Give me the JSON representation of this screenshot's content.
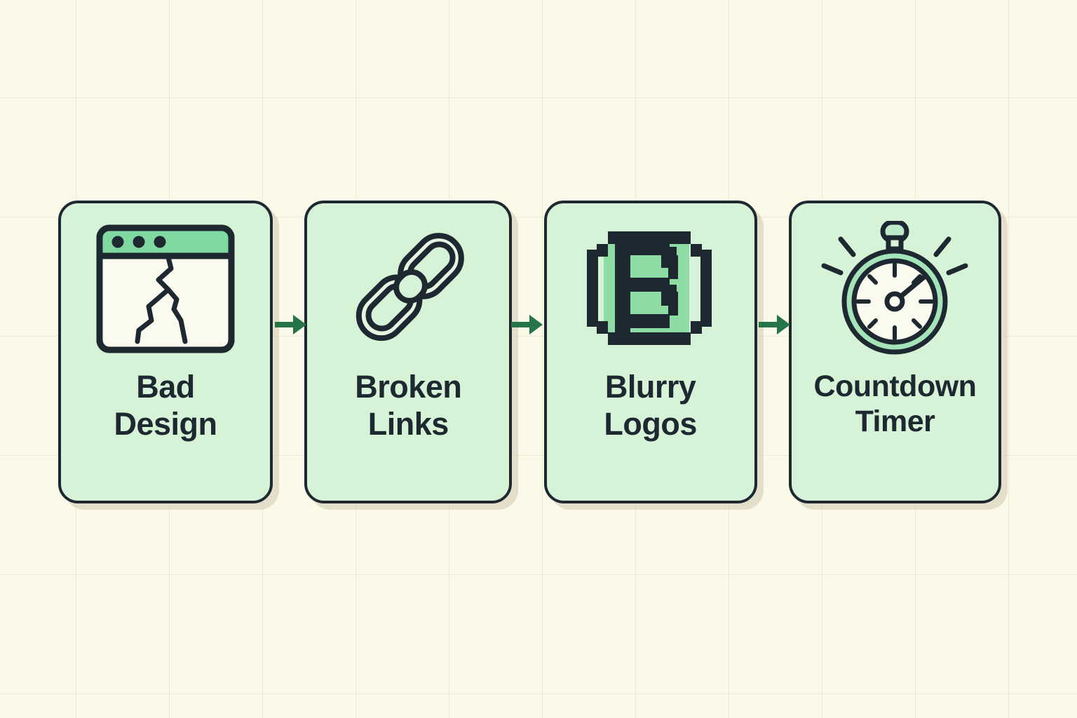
{
  "diagram": {
    "type": "horizontal-process-flow",
    "background_color": "#FBFAE9",
    "grid": "on",
    "card_fill": "#D6F3D7",
    "card_border": "#1E2830",
    "accent_green": "#7FD9A0",
    "arrow_color": "#26754A",
    "text_color": "#1E2830",
    "steps": [
      {
        "label": "Bad\nDesign",
        "icon": "broken-browser-window-icon",
        "icon_description": "browser window with green title bar, three dots, and a crack"
      },
      {
        "label": "Broken\nLinks",
        "icon": "chain-link-icon",
        "icon_description": "two interlocking diagonal chain links"
      },
      {
        "label": "Blurry\nLogos",
        "icon": "pixelated-logo-icon",
        "icon_description": "8-bit pixel art letter B with green offset shadow"
      },
      {
        "label": "Countdown\nTimer",
        "icon": "stopwatch-icon",
        "icon_description": "stopwatch with crown button, tick marks, hand and motion lines"
      }
    ],
    "connectors": [
      {
        "name": "arrow-1",
        "from": "Bad Design",
        "to": "Broken Links",
        "glyph": "right-arrow-icon"
      },
      {
        "name": "arrow-2",
        "from": "Broken Links",
        "to": "Blurry Logos",
        "glyph": "right-arrow-icon"
      },
      {
        "name": "arrow-3",
        "from": "Blurry Logos",
        "to": "Countdown Timer",
        "glyph": "right-arrow-icon"
      }
    ]
  }
}
